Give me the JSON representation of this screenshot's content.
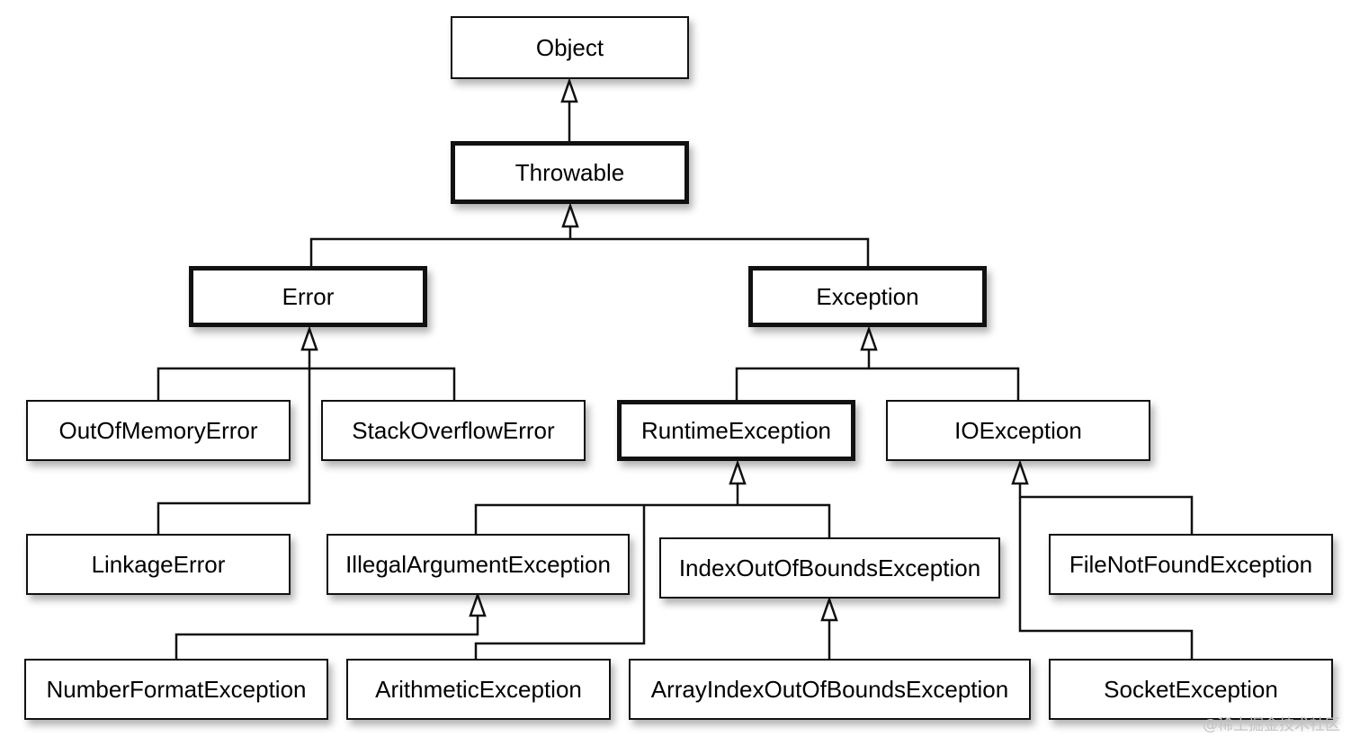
{
  "nodes": {
    "object": "Object",
    "throwable": "Throwable",
    "error": "Error",
    "exception": "Exception",
    "out_of_memory_error": "OutOfMemoryError",
    "stack_overflow_error": "StackOverflowError",
    "runtime_exception": "RuntimeException",
    "io_exception": "IOException",
    "linkage_error": "LinkageError",
    "illegal_argument_exception": "IllegalArgumentException",
    "index_out_of_bounds_exception": "IndexOutOfBoundsException",
    "file_not_found_exception": "FileNotFoundException",
    "number_format_exception": "NumberFormatException",
    "arithmetic_exception": "ArithmeticException",
    "array_index_out_of_bounds_exception": "ArrayIndexOutOfBoundsException",
    "socket_exception": "SocketException"
  },
  "watermark": "@稀土掘金技术社区",
  "colors": {
    "line": "#111111",
    "box_border": "#111111",
    "background": "#ffffff",
    "watermark": "#c4c4c4"
  }
}
